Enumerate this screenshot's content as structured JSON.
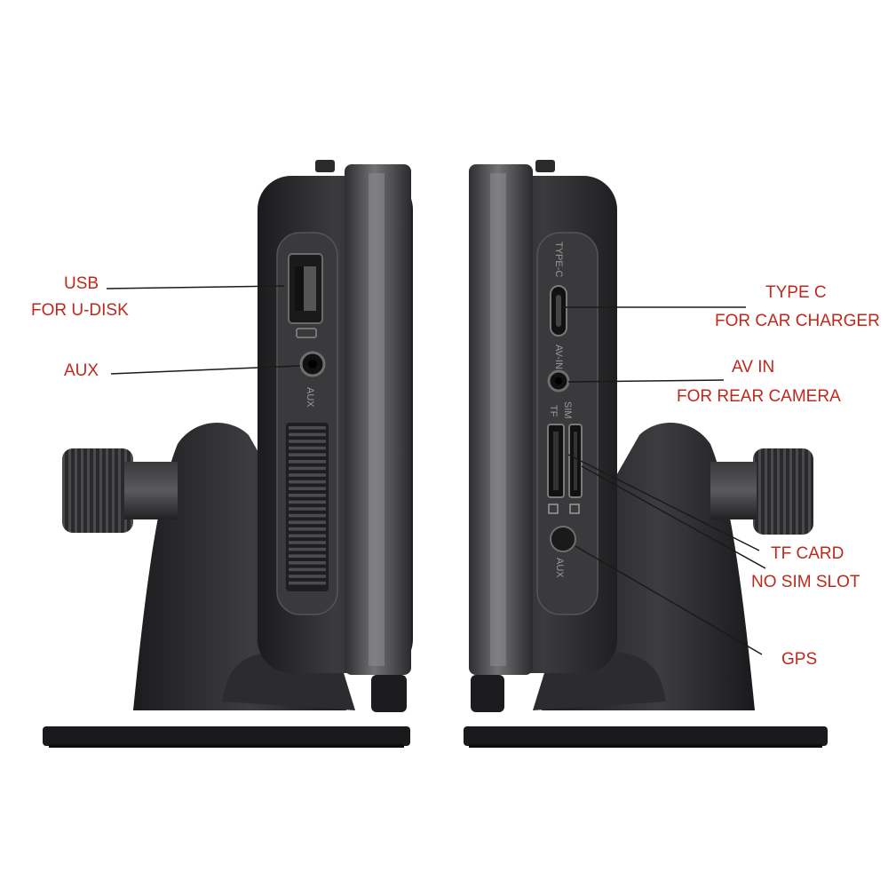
{
  "callouts": {
    "usb": {
      "line1": "USB",
      "line2": "FOR U-DISK"
    },
    "aux": {
      "line1": "AUX"
    },
    "type_c": {
      "line1": "TYPE C",
      "line2": "FOR CAR CHARGER"
    },
    "av_in": {
      "line1": "AV IN",
      "line2": "FOR REAR CAMERA"
    },
    "tf_card": {
      "line1": "TF CARD",
      "line2": "NO SIM SLOT"
    },
    "gps": {
      "line1": "GPS"
    }
  },
  "port_labels": {
    "left_aux": "AUX",
    "type_c": "TYPE-C",
    "av_in": "AV-IN",
    "sim": "SIM",
    "tf": "TF",
    "right_aux": "AUX"
  },
  "colors": {
    "callout_text": "#c0281c",
    "leader_line": "#1a1a1a",
    "device_body": "#2b2b2d",
    "port_panel": "#3a3a3c"
  }
}
